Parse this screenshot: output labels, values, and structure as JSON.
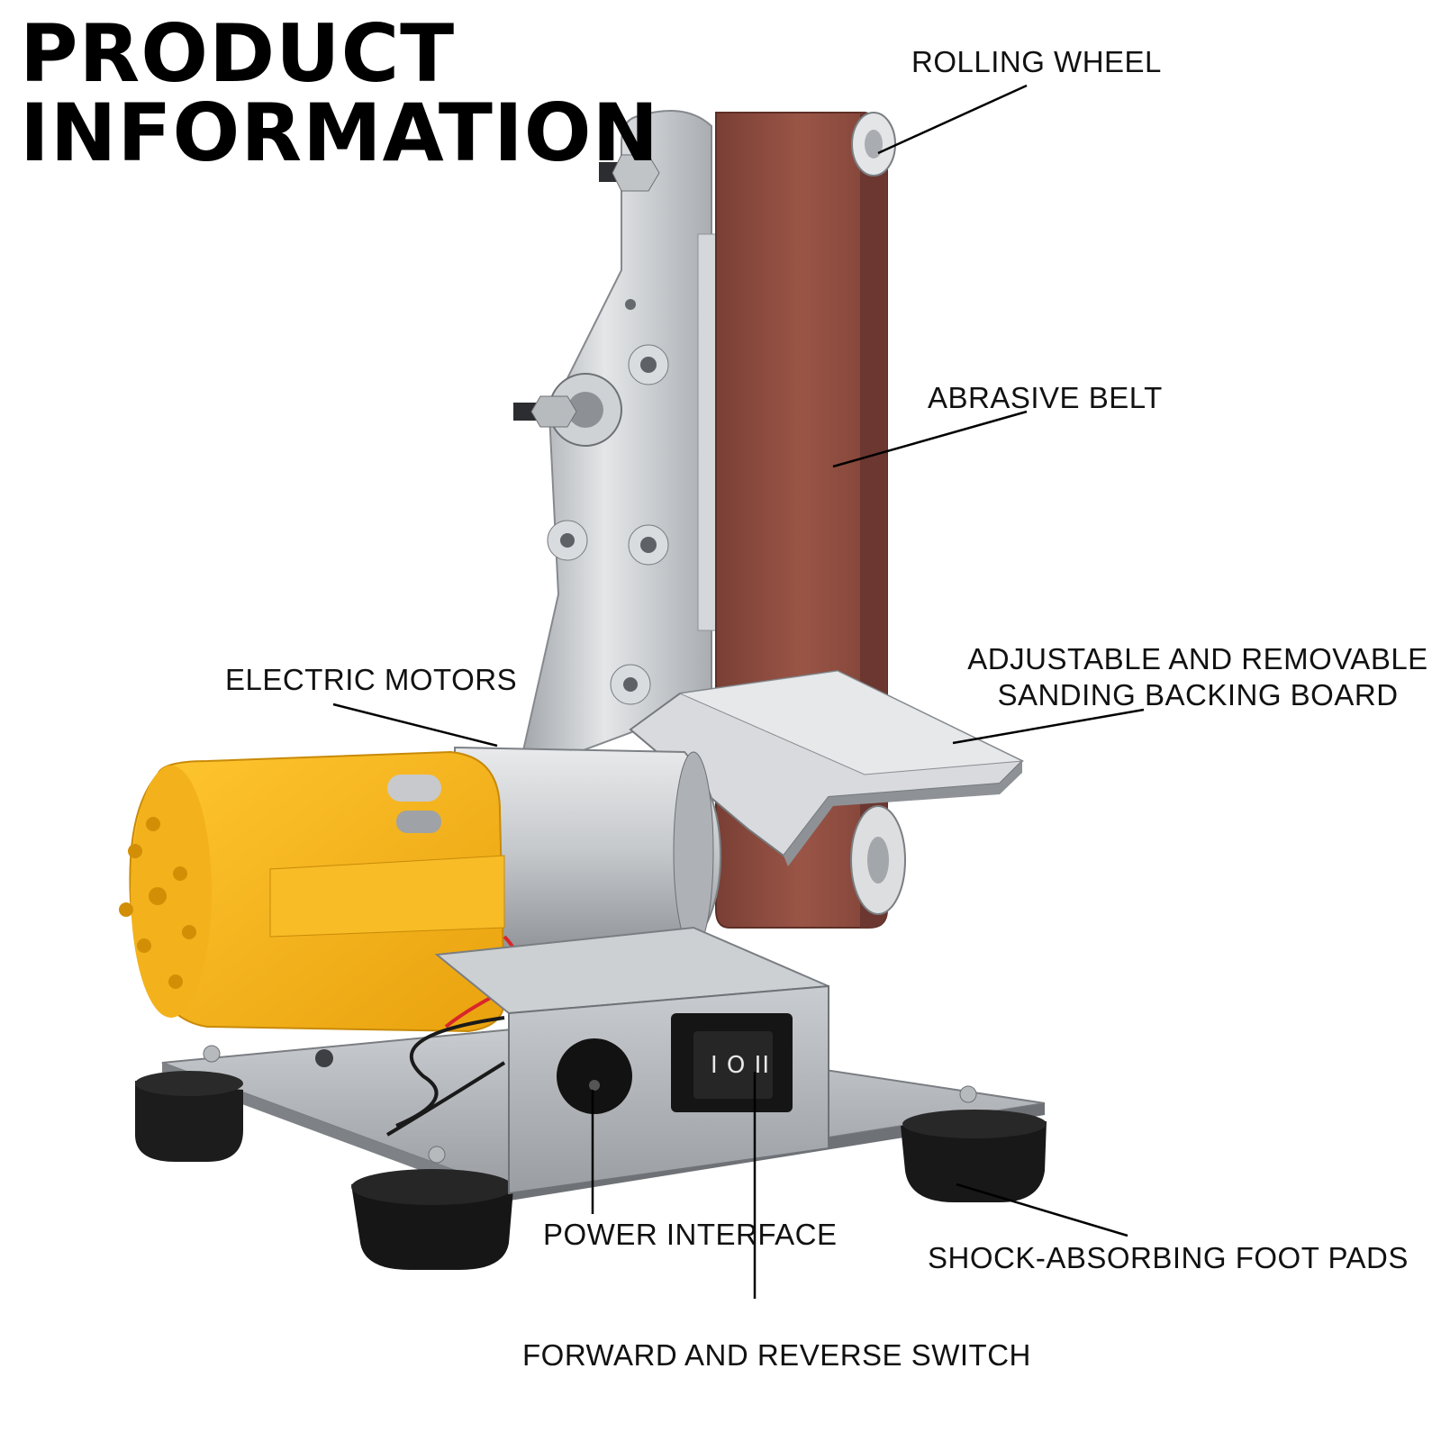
{
  "title": {
    "line1": "PRODUCT",
    "line2": "INFORMATION"
  },
  "labels": {
    "rolling_wheel": "ROLLING WHEEL",
    "abrasive_belt": "ABRASIVE BELT",
    "backing_board_line1": "ADJUSTABLE AND REMOVABLE",
    "backing_board_line2": "SANDING BACKING BOARD",
    "electric_motors": "ELECTRIC MOTORS",
    "power_interface": "POWER INTERFACE",
    "foot_pads": "SHOCK-ABSORBING FOOT PADS",
    "switch": "FORWARD AND REVERSE SWITCH"
  },
  "switch_symbol": "I O II",
  "colors": {
    "belt": "#8b4a3e",
    "motor_cap": "#f5b51b",
    "steel": "#cfd2d5",
    "rubber": "#1a1a1a",
    "leader": "#000000"
  }
}
